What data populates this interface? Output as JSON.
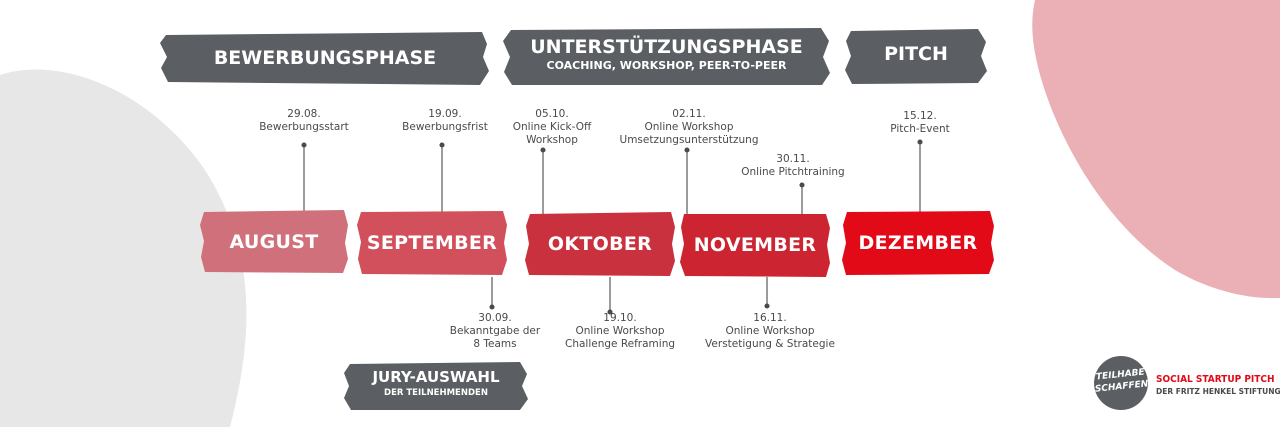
{
  "phases": {
    "bewerbung": {
      "label": "BEWERBUNGSPHASE"
    },
    "unterstuetzung": {
      "label": "UNTERSTÜTZUNGSPHASE",
      "sub": "COACHING, WORKSHOP, PEER-TO-PEER"
    },
    "pitch": {
      "label": "PITCH"
    },
    "jury": {
      "label": "JURY-AUSWAHL",
      "sub": "DER TEILNEHMENDEN"
    }
  },
  "months": [
    {
      "label": "AUGUST",
      "color": "#d0707a"
    },
    {
      "label": "SEPTEMBER",
      "color": "#d2505c"
    },
    {
      "label": "OKTOBER",
      "color": "#c9313e"
    },
    {
      "label": "NOVEMBER",
      "color": "#cc2430"
    },
    {
      "label": "DEZEMBER",
      "color": "#e20a17"
    }
  ],
  "events_top": [
    {
      "date": "29.08.",
      "lines": [
        "Bewerbungsstart"
      ]
    },
    {
      "date": "19.09.",
      "lines": [
        "Bewerbungsfrist"
      ]
    },
    {
      "date": "05.10.",
      "lines": [
        "Online Kick-Off",
        "Workshop"
      ]
    },
    {
      "date": "02.11.",
      "lines": [
        "Online Workshop",
        "Umsetzungsunterstützung"
      ]
    },
    {
      "date": "30.11.",
      "lines": [
        "Online Pitchtraining"
      ]
    },
    {
      "date": "15.12.",
      "lines": [
        "Pitch-Event"
      ]
    }
  ],
  "events_bottom": [
    {
      "date": "30.09.",
      "lines": [
        "Bekanntgabe der",
        "8 Teams"
      ]
    },
    {
      "date": "19.10.",
      "lines": [
        "Online Workshop",
        "Challenge Reframing"
      ]
    },
    {
      "date": "16.11.",
      "lines": [
        "Online Workshop",
        "Verstetigung & Strategie"
      ]
    }
  ],
  "logo": {
    "badge_line1": "TEILHABE",
    "badge_line2": "SCHAFFEN",
    "title": "SOCIAL STARTUP PITCH",
    "subtitle": "DER FRITZ HENKEL STIFTUNG"
  },
  "colors": {
    "phase_grey": "#5b5f63",
    "pink_blob": "#ebb0b5",
    "grey_blob": "#e7e7e8",
    "line": "#4a4a4a",
    "logo_red": "#e20a17"
  }
}
